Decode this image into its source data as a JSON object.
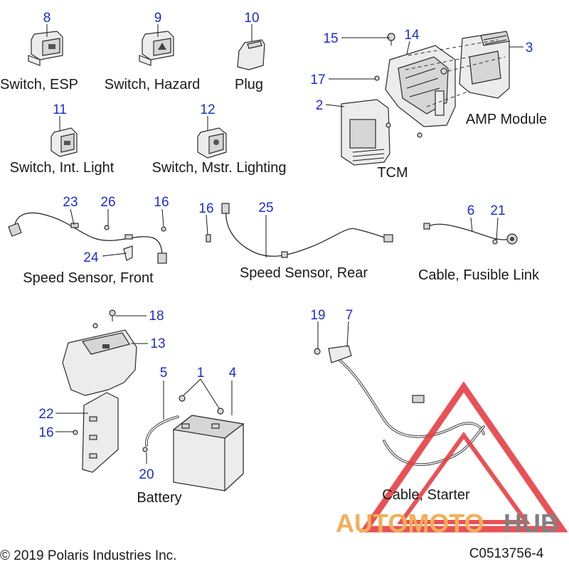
{
  "callouts": {
    "n1": "1",
    "n2": "2",
    "n3": "3",
    "n4": "4",
    "n5": "5",
    "n6": "6",
    "n7": "7",
    "n8": "8",
    "n9": "9",
    "n10": "10",
    "n11": "11",
    "n12": "12",
    "n13": "13",
    "n14": "14",
    "n15": "15",
    "n16a": "16",
    "n16b": "16",
    "n16c": "16",
    "n17": "17",
    "n18": "18",
    "n19": "19",
    "n20": "20",
    "n21": "21",
    "n22": "22",
    "n23": "23",
    "n24": "24",
    "n25": "25",
    "n26": "26"
  },
  "captions": {
    "switch_esp": "Switch, ESP",
    "switch_hazard": "Switch, Hazard",
    "plug": "Plug",
    "switch_int_light": "Switch, Int. Light",
    "switch_mstr_lighting": "Switch, Mstr. Lighting",
    "amp_module": "AMP Module",
    "tcm": "TCM",
    "speed_sensor_front": "Speed Sensor, Front",
    "speed_sensor_rear": "Speed Sensor, Rear",
    "cable_fusible_link": "Cable, Fusible Link",
    "battery": "Battery",
    "cable_starter": "Cable, Starter"
  },
  "footer": {
    "copyright": "© 2019 Polaris Industries Inc.",
    "diagram_id": "C0513756-4"
  },
  "watermark": {
    "part1": "AUTOMOTO",
    "part2": "HUB",
    "color_primary": "#f2a23a",
    "color_secondary": "#6b6b6b",
    "triangle_color": "#e5343a"
  },
  "colors": {
    "callout": "#1f2bd0",
    "caption": "#1a1a1a"
  }
}
